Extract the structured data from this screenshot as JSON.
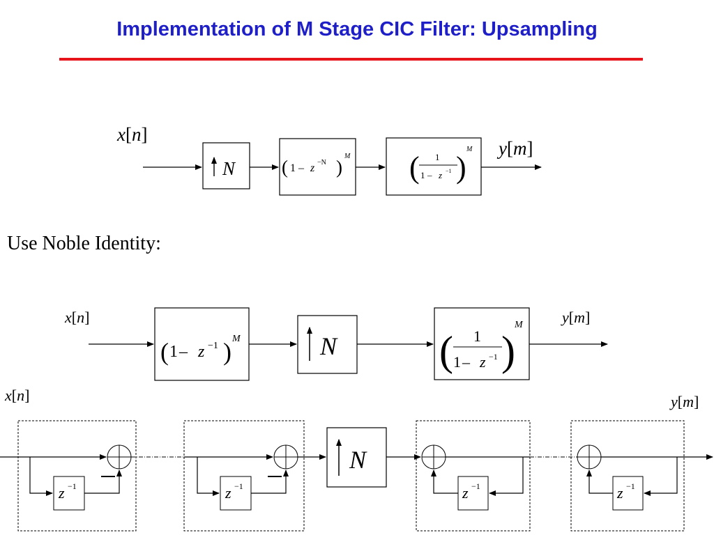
{
  "title": "Implementation of M Stage CIC Filter: Upsampling",
  "noble_text": "Use Noble Identity:",
  "colors": {
    "title": "#1f1fc8",
    "rule": "#e8141b"
  },
  "signals": {
    "x": "x",
    "n": "n",
    "y": "y",
    "m": "m"
  },
  "symbols": {
    "N": "N",
    "M": "M",
    "one": "1",
    "minus": "–",
    "z": "z",
    "exp_minus_one": "−1",
    "exp_minus_N": "−N"
  },
  "icons": [
    "up-arrow-icon",
    "summer-icon",
    "arrowhead-icon"
  ]
}
